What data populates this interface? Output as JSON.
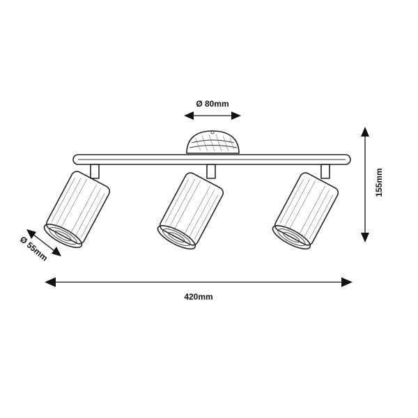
{
  "diagram": {
    "dimensions": {
      "canopy_diameter": "Ø 80mm",
      "head_diameter": "Ø 55mm",
      "total_width": "420mm",
      "total_height": "155mm"
    }
  }
}
